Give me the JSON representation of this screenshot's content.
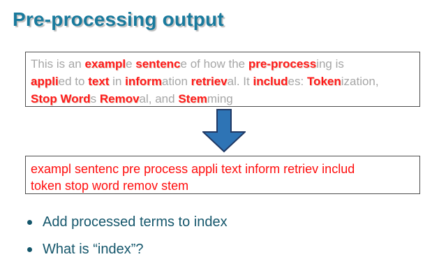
{
  "slide": {
    "title": "Pre-processing output"
  },
  "box1": {
    "lines": [
      [
        {
          "text": "This is an ",
          "type": "plain"
        },
        {
          "text": "exampl",
          "type": "stem"
        },
        {
          "text": "e ",
          "type": "plain"
        },
        {
          "text": "sentenc",
          "type": "stem"
        },
        {
          "text": "e of how the ",
          "type": "plain"
        },
        {
          "text": "pre-process",
          "type": "stem"
        },
        {
          "text": "ing is",
          "type": "plain"
        }
      ],
      [
        {
          "text": "appli",
          "type": "stem"
        },
        {
          "text": "ed to ",
          "type": "plain"
        },
        {
          "text": "text",
          "type": "stem"
        },
        {
          "text": " in ",
          "type": "plain"
        },
        {
          "text": "inform",
          "type": "stem"
        },
        {
          "text": "ation ",
          "type": "plain"
        },
        {
          "text": "retriev",
          "type": "stem"
        },
        {
          "text": "al. It ",
          "type": "plain"
        },
        {
          "text": "includ",
          "type": "stem"
        },
        {
          "text": "es: ",
          "type": "plain"
        },
        {
          "text": "Token",
          "type": "stem"
        },
        {
          "text": "ization,",
          "type": "plain"
        }
      ],
      [
        {
          "text": "Stop Word",
          "type": "stem"
        },
        {
          "text": "s ",
          "type": "plain"
        },
        {
          "text": "Remov",
          "type": "stem"
        },
        {
          "text": "al, and ",
          "type": "plain"
        },
        {
          "text": "Stem",
          "type": "stem"
        },
        {
          "text": "ming",
          "type": "plain"
        }
      ]
    ]
  },
  "box2": {
    "lines": [
      [
        {
          "text": "exampl sentenc pre process appli text inform retriev includ",
          "type": "out"
        }
      ],
      [
        {
          "text": "token stop word remov stem",
          "type": "out"
        }
      ]
    ]
  },
  "bullets": {
    "items": [
      "Add processed terms to index",
      "What is “index”?"
    ]
  },
  "arrow": {
    "direction": "down",
    "fill": "#2e74b5",
    "stroke": "#1f3864"
  },
  "colors": {
    "title": "#187a9d",
    "bullet_text": "#14566b",
    "plain_text": "#a6a6a6",
    "stem_text": "#ff1a1a",
    "output_text": "#ff0d0d",
    "box_border": "#4d4d4d"
  }
}
